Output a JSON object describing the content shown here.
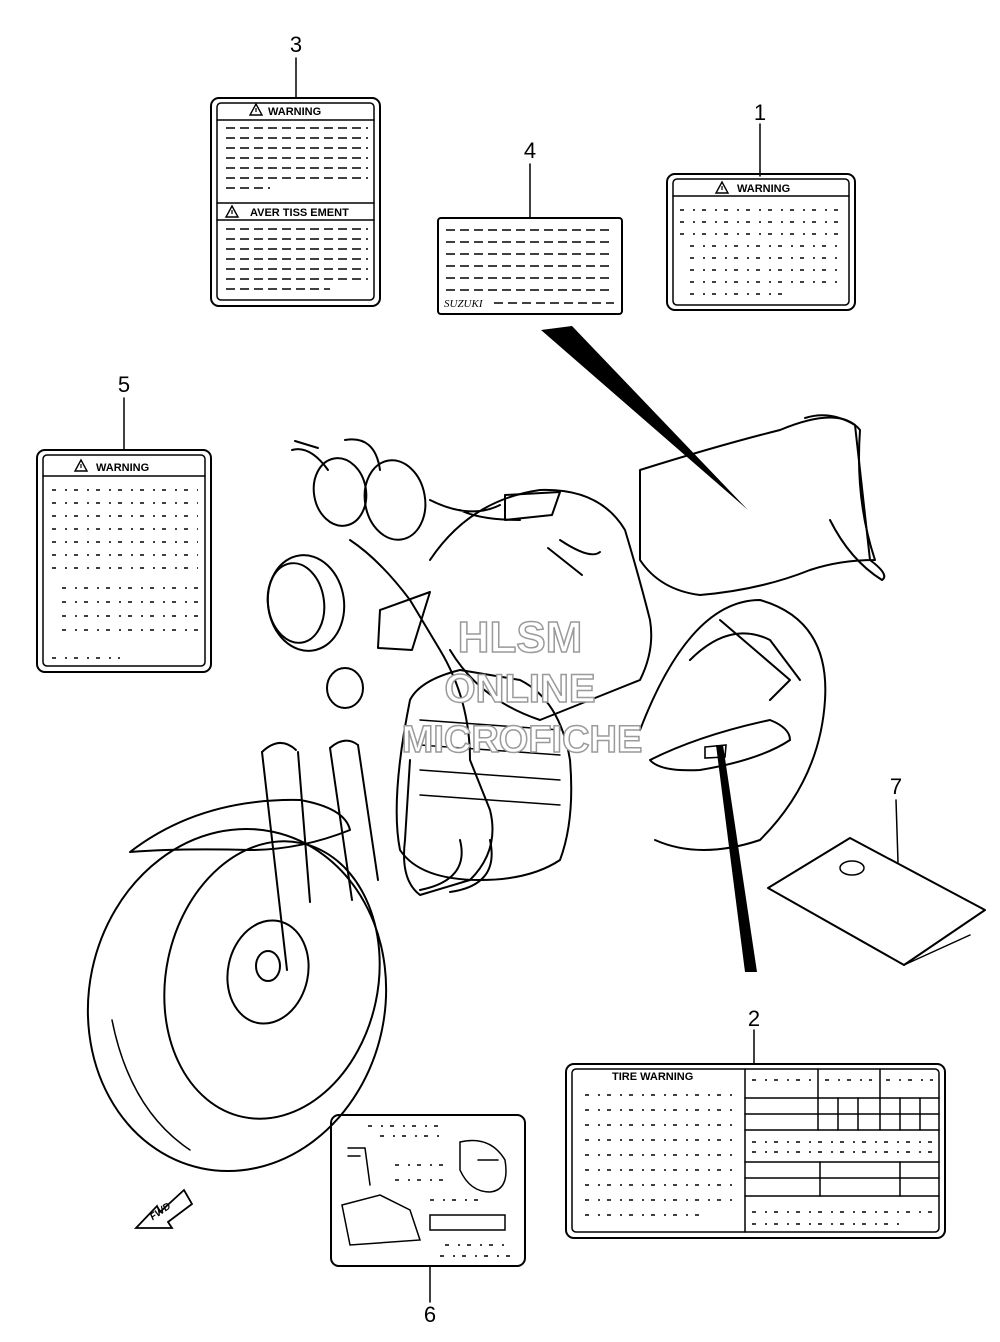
{
  "diagram": {
    "callouts": [
      "1",
      "2",
      "3",
      "4",
      "5",
      "6",
      "7"
    ],
    "labels": {
      "label1_heading": "WARNING",
      "label3_heading": "WARNING",
      "label3_heading2": "AVER TISS EMENT",
      "label4_brand": "SUZUKI",
      "label5_heading": "WARNING",
      "label2_heading": "TIRE WARNING"
    },
    "fwd_arrow": "FWD",
    "watermark": [
      "HLSM",
      "ONLINE",
      "MICROFICHE"
    ]
  }
}
